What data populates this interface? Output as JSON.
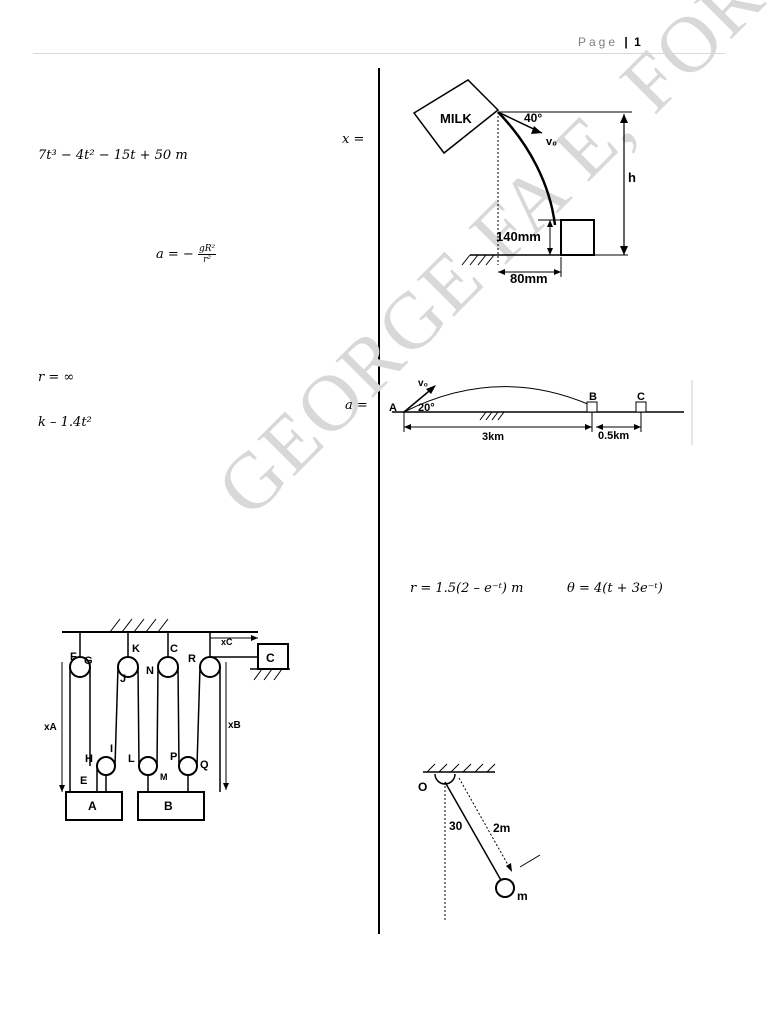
{
  "header": {
    "page_word": "Page",
    "separator": "|",
    "page_number": "1"
  },
  "watermark": "GEORGE FA E, FOR KC",
  "equations": {
    "position": "7t³ − 4t² − 15t + 50 m",
    "x_label": "x =",
    "accel_lhs": "a = −",
    "accel_num": "gR²",
    "accel_den": "r²",
    "r_inf": "r = ∞",
    "k_expr": "k – 1.4t²",
    "a_label": "a =",
    "r_polar": "r = 1.5(2 – e⁻ᵗ) m",
    "theta_polar": "θ = 4(t + 3e⁻ᵗ)"
  },
  "milk_figure": {
    "carton": "MILK",
    "angle": "40°",
    "velocity": "v₀",
    "height": "h",
    "glass_height": "140mm",
    "distance": "80mm"
  },
  "projectile_figure": {
    "velocity": "v₀",
    "angle": "20°",
    "point_a": "A",
    "point_b": "B",
    "point_c": "C",
    "dist_ab": "3km",
    "dist_bc": "0.5km"
  },
  "pulley_figure": {
    "labels": [
      "F",
      "G",
      "K",
      "C",
      "R",
      "J",
      "N",
      "H",
      "I",
      "L",
      "P",
      "Q",
      "E",
      "M"
    ],
    "xa": "xA",
    "xb": "xB",
    "xc": "xC",
    "block_a": "A",
    "block_b": "B",
    "block_c": "C"
  },
  "pendulum_figure": {
    "pivot": "O",
    "angle": "30",
    "length": "2m",
    "mass": "m"
  }
}
